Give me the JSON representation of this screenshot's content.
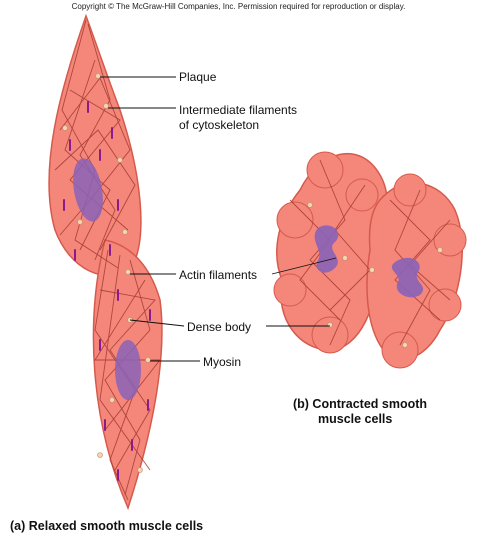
{
  "copyright": "Copyright © The McGraw-Hill Companies, Inc. Permission required for reproduction or display.",
  "labels": {
    "plaque": "Plaque",
    "intermediate_line1": "Intermediate filaments",
    "intermediate_line2": "of cytoskeleton",
    "actin": "Actin filaments",
    "dense_body": "Dense body",
    "myosin": "Myosin"
  },
  "captions": {
    "relaxed": "(a) Relaxed smooth muscle cells",
    "contracted_line1": "(b) Contracted smooth",
    "contracted_line2": "muscle cells"
  },
  "colors": {
    "cell_fill": "#f4877a",
    "cell_stroke": "#d65a4c",
    "filament": "#a33a32",
    "nucleus": "#8a63b8",
    "myosin": "#8b1a8c",
    "dense_body": "#f3d6b0"
  }
}
